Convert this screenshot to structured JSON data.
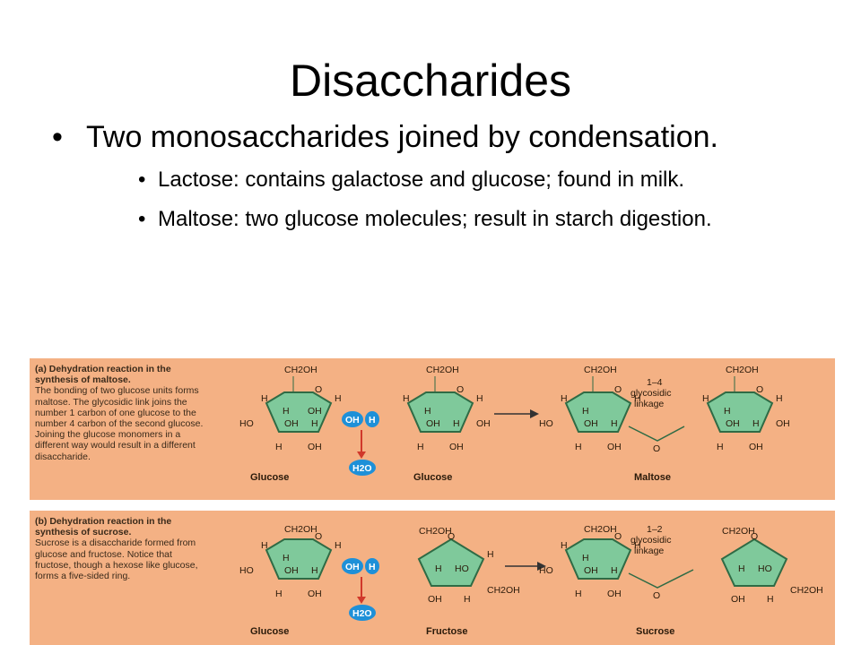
{
  "slide": {
    "title": "Disaccharides",
    "bullet": "Two monosaccharides joined by condensation.",
    "subbullets": [
      "Lactose: contains galactose and glucose; found in milk.",
      "Maltose: two glucose molecules; result in starch digestion."
    ]
  },
  "panel_a": {
    "heading": "(a) Dehydration reaction in the synthesis of maltose.",
    "text": "The bonding of two glucose units forms maltose. The glycosidic link joins the number 1 carbon of one glucose to the number 4 carbon of the second glucose. Joining the glucose monomers in a different way would result in a different disaccharide.",
    "label1": "Glucose",
    "label2": "Glucose",
    "label3": "Maltose",
    "linkage": "1–4 glycosidic linkage"
  },
  "panel_b": {
    "heading": "(b) Dehydration reaction in the synthesis of sucrose.",
    "text": "Sucrose is a disaccharide formed from glucose and fructose. Notice that fructose, though a hexose like glucose, forms a five-sided ring.",
    "label1": "Glucose",
    "label2": "Fructose",
    "label3": "Sucrose",
    "linkage": "1–2 glycosidic linkage"
  },
  "chem": {
    "ch2oh": "CH2OH",
    "oh": "OH",
    "h": "H",
    "ho": "HO",
    "o": "O",
    "water": "H2O"
  },
  "colors": {
    "panel": "#f4b184",
    "ring": "#7fc99b",
    "ring_stroke": "#2f6b45",
    "ion": "#1e90d8",
    "arrow_red": "#d0392b"
  }
}
